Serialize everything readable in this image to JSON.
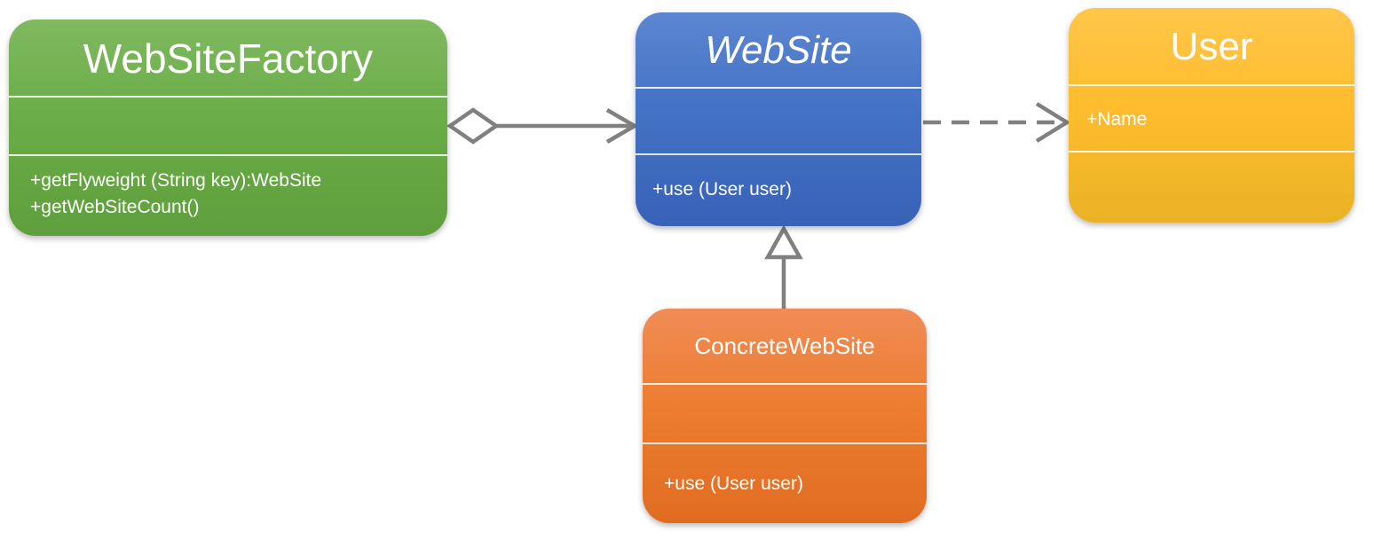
{
  "diagram": {
    "classes": {
      "factory": {
        "name": "WebSiteFactory",
        "attributes": [],
        "operations": [
          "+getFlyweight (String key):WebSite",
          "+getWebSiteCount()"
        ],
        "fill": "#70ad47"
      },
      "website": {
        "name": "WebSite",
        "abstract": true,
        "attributes": [],
        "operations": [
          "+use (User user)"
        ],
        "fill": "#4472c4"
      },
      "user": {
        "name": "User",
        "attributes": [
          "+Name"
        ],
        "operations": [],
        "fill": "#ffc000"
      },
      "concrete": {
        "name": "ConcreteWebSite",
        "attributes": [],
        "operations": [
          "+use (User user)"
        ],
        "fill": "#ed7d31"
      }
    },
    "relations": [
      {
        "type": "aggregation",
        "from": "WebSiteFactory",
        "to": "WebSite"
      },
      {
        "type": "dependency",
        "from": "WebSite",
        "to": "User"
      },
      {
        "type": "generalization",
        "from": "ConcreteWebSite",
        "to": "WebSite"
      }
    ],
    "connector_color": "#808080"
  }
}
